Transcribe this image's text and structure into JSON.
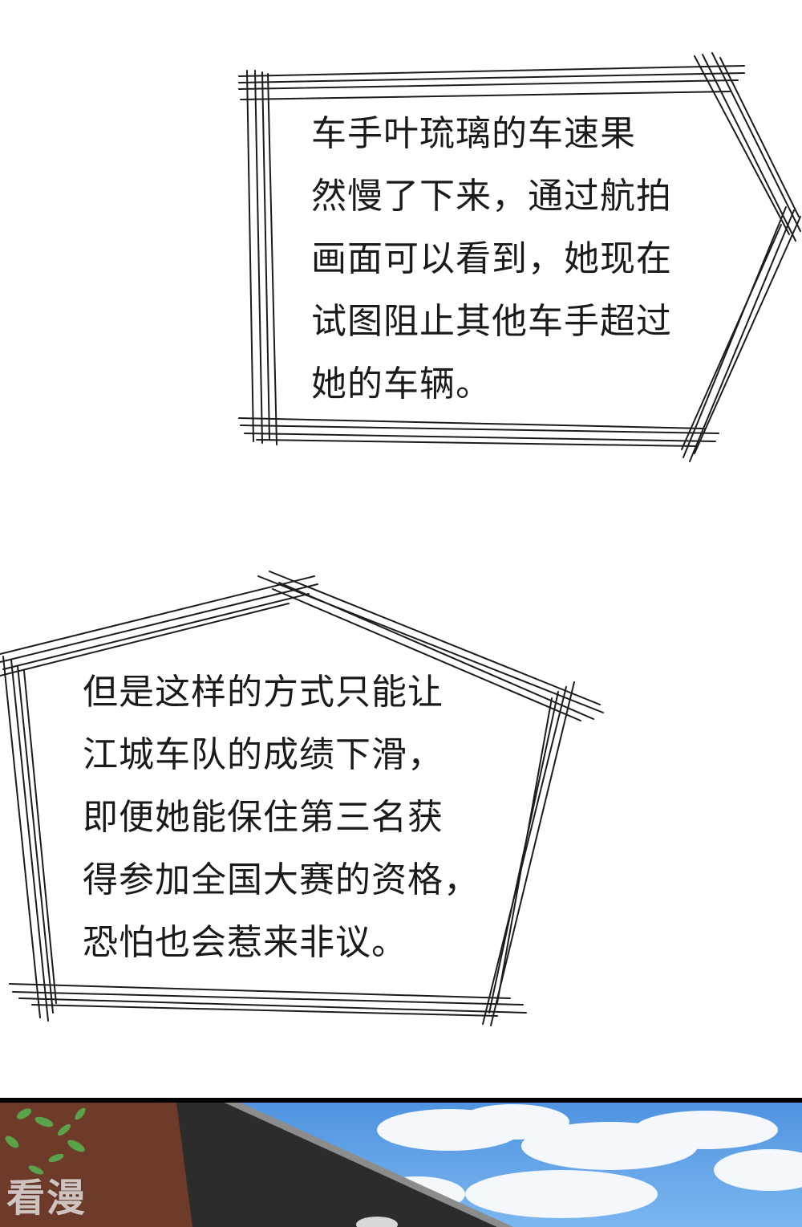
{
  "caption_bubble_1": {
    "lines": [
      "车手叶琉璃的车速果",
      "然慢了下来，通过航拍",
      "画面可以看到，她现在",
      "试图阻止其他车手超过",
      "她的车辆。"
    ]
  },
  "caption_bubble_2": {
    "lines": [
      "但是这样的方式只能让",
      "江城车队的成绩下滑，",
      "即便她能保住第三名获",
      "得参加全国大赛的资格，",
      "恐怕也会惹来非议。"
    ]
  },
  "next_panel": {
    "watermark": "看漫"
  },
  "colors": {
    "border": "#1c1c1c",
    "text": "#1a1a1a",
    "sky": "#5b9fe6",
    "roof": "#2c2c2c",
    "wall": "#6e3b2a",
    "leaf": "#5aa34a"
  }
}
